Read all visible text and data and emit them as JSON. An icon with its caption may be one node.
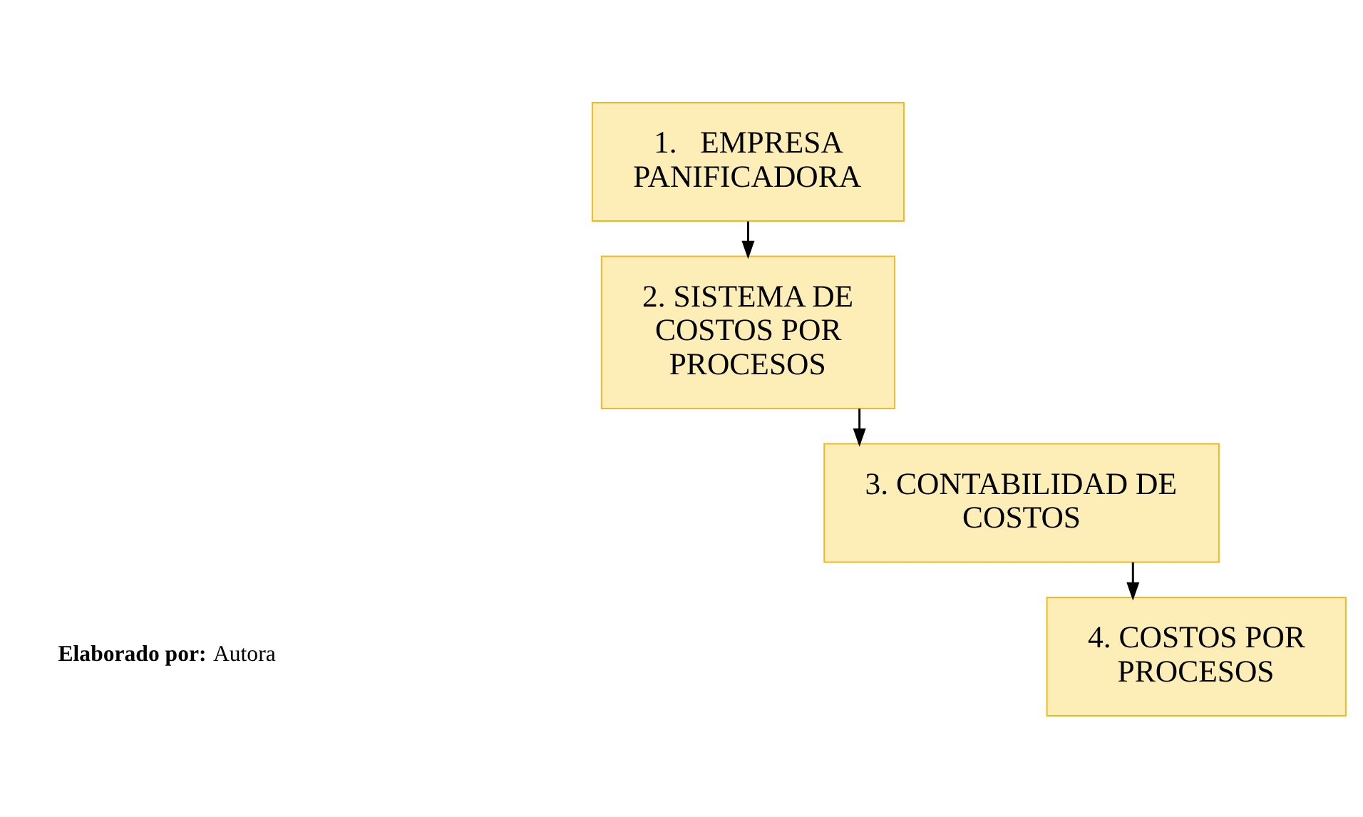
{
  "diagram": {
    "nodes": [
      {
        "text": [
          "1.   EMPRESA PANIFICADORA"
        ]
      },
      {
        "text": [
          "2. SISTEMA DE COSTOS POR PROCESOS"
        ]
      },
      {
        "text": [
          "3. CONTABILIDAD DE COSTOS"
        ]
      },
      {
        "text": [
          "4. COSTOS POR PROCESOS"
        ]
      }
    ],
    "edges": [
      {
        "from": 0,
        "to": 1,
        "arrow": "to"
      },
      {
        "from": 1,
        "to": 2,
        "arrow": "to"
      },
      {
        "from": 2,
        "to": 3,
        "arrow": "to"
      }
    ],
    "labels": [
      "**Elaborado por:** Autora"
    ]
  }
}
